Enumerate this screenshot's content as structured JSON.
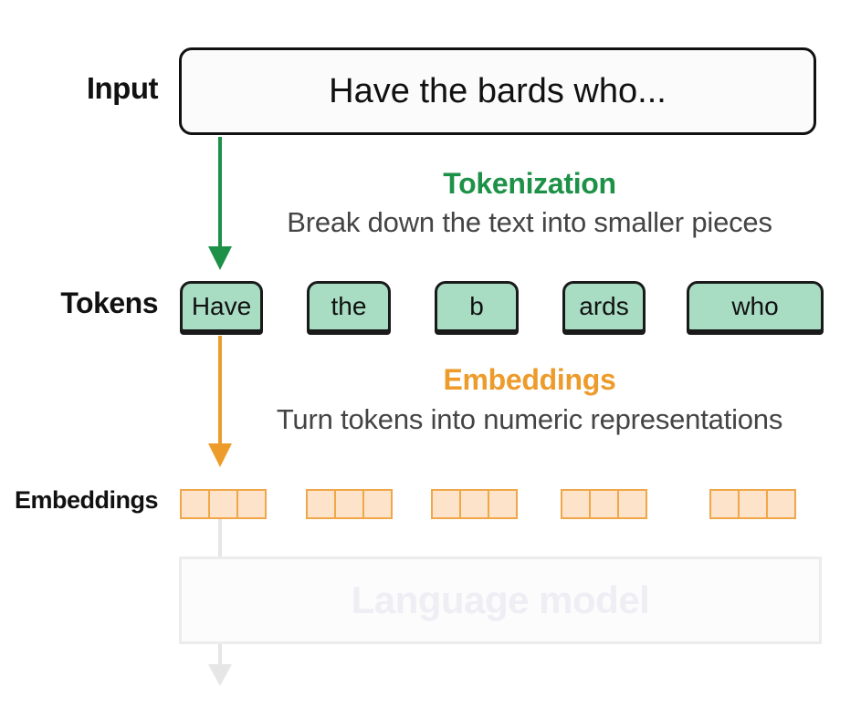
{
  "labels": {
    "input": "Input",
    "tokens": "Tokens",
    "embeddings": "Embeddings"
  },
  "input_text": "Have the bards who...",
  "tokenization": {
    "title": "Tokenization",
    "description": "Break down the text into smaller pieces"
  },
  "embeddings_step": {
    "title": "Embeddings",
    "description": "Turn tokens into numeric representations"
  },
  "tokens": [
    "Have",
    "the",
    "b",
    "ards",
    "who"
  ],
  "language_model": "Language model",
  "colors": {
    "tokenization_accent": "#1e9148",
    "embeddings_accent": "#ed9b2b",
    "token_fill": "#a8dcc3",
    "embedding_fill": "#fde3c9",
    "faded": "#e6e6e6"
  }
}
